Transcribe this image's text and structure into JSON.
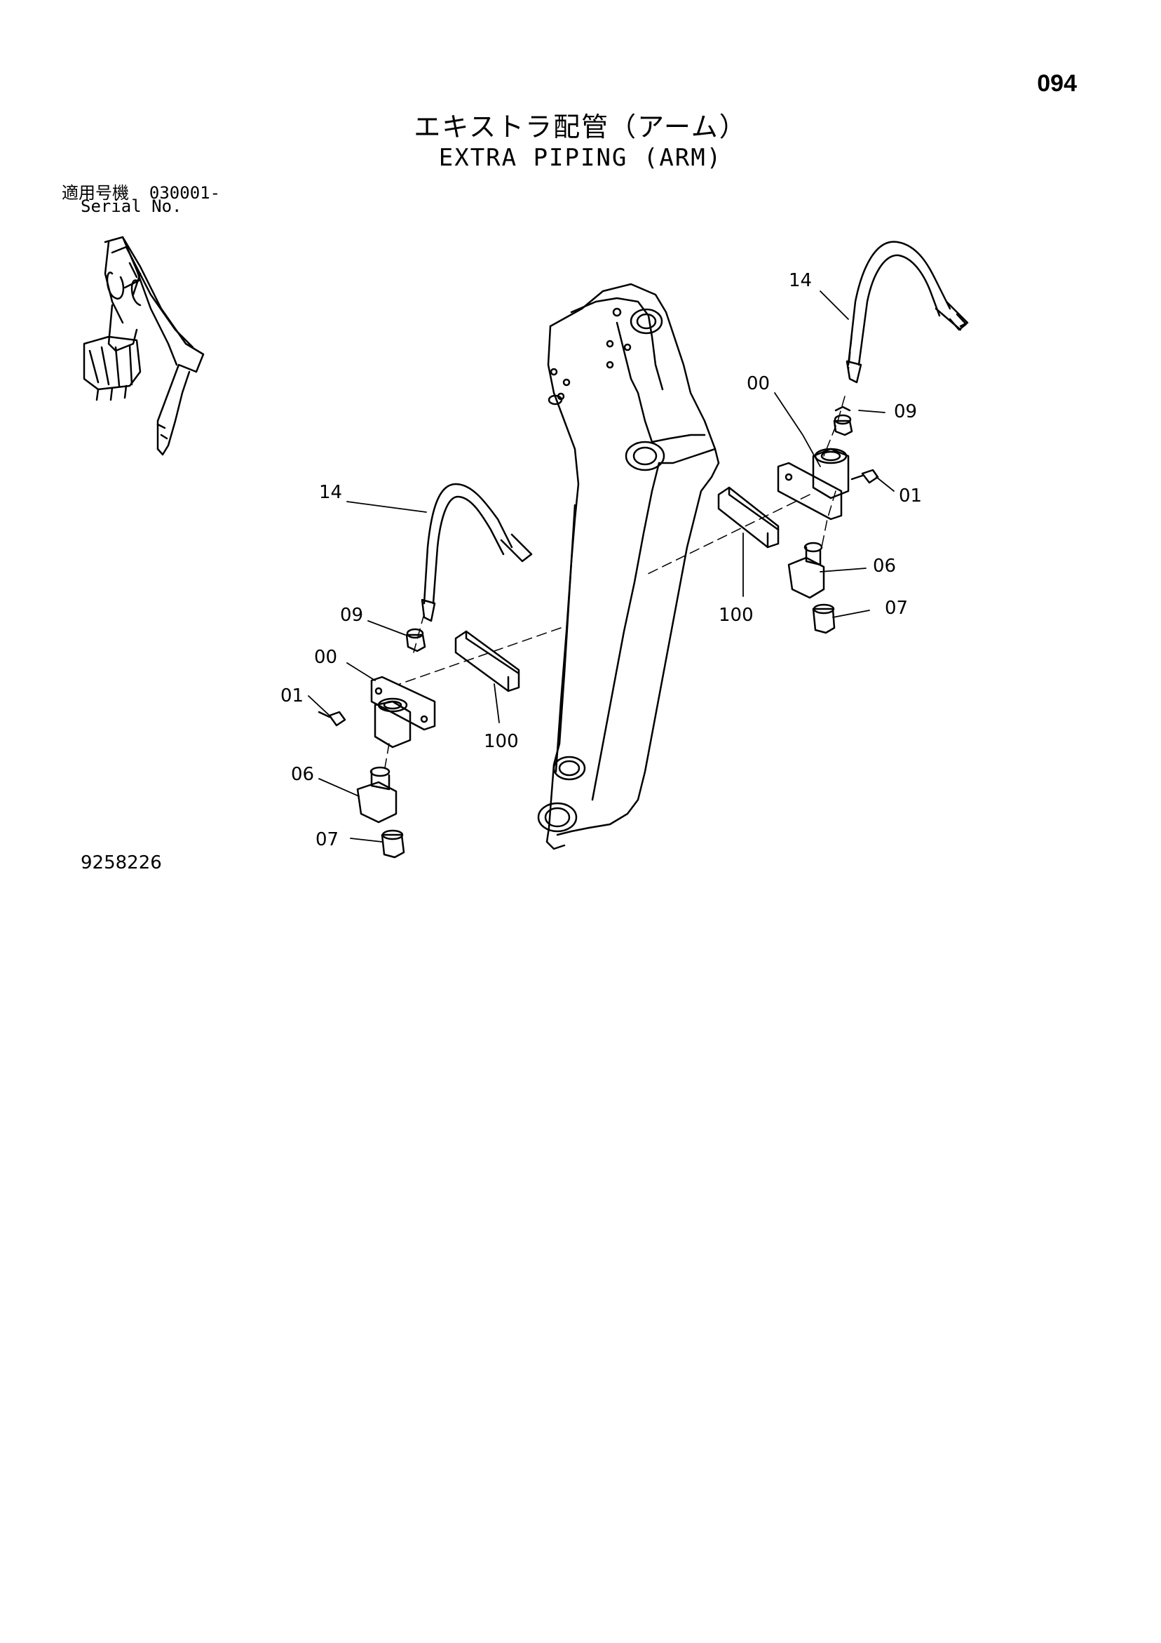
{
  "page_number": "094",
  "title_ja": "エキストラ配管（アーム）",
  "title_en": "EXTRA PIPING (ARM)",
  "serial": {
    "label_ja": "適用号機",
    "label_en": "Serial No.",
    "value": "030001-"
  },
  "drawing_number": "9258226",
  "callouts": {
    "hose_r": "14",
    "adapter_r": "09",
    "block_r": "00",
    "bolt_r": "01",
    "elbow_r": "06",
    "cap_r": "07",
    "spacer_r": "100",
    "hose_l": "14",
    "adapter_l": "09",
    "block_l": "00",
    "bolt_l": "01",
    "elbow_l": "06",
    "cap_l": "07",
    "spacer_l": "100"
  }
}
